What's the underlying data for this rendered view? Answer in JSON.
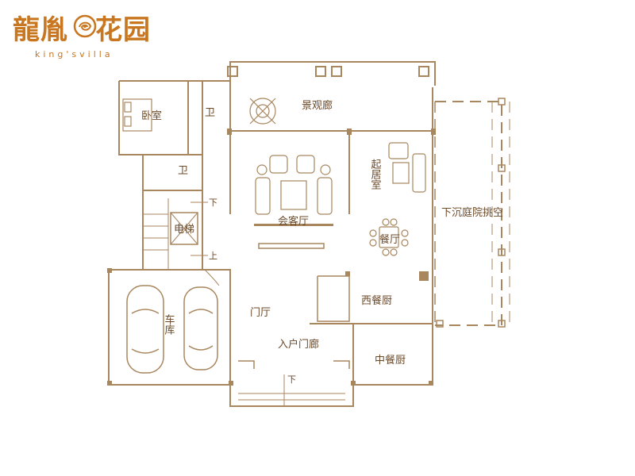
{
  "brand": {
    "title": "龍胤花园",
    "title_left": "龍胤",
    "title_right": "花园",
    "subtitle": "king'svilla",
    "color": "#c8761f"
  },
  "plan": {
    "wall_color": "#a8865e",
    "accent_color": "#c8761f",
    "rooms": {
      "bedroom": "卧室",
      "wc1": "卫",
      "wc2": "卫",
      "gallery": "景观廊",
      "living": "会客厅",
      "family": "起居室",
      "dining": "餐厅",
      "sunken": "下沉庭院挑空",
      "elevator": "电梯",
      "garage": "车库",
      "foyer": "门厅",
      "western_kitchen": "西餐厨",
      "entry_corridor": "入户门廊",
      "chinese_kitchen": "中餐厨"
    },
    "stair_marks": {
      "down1": "下",
      "up": "上",
      "down2": "下"
    }
  }
}
